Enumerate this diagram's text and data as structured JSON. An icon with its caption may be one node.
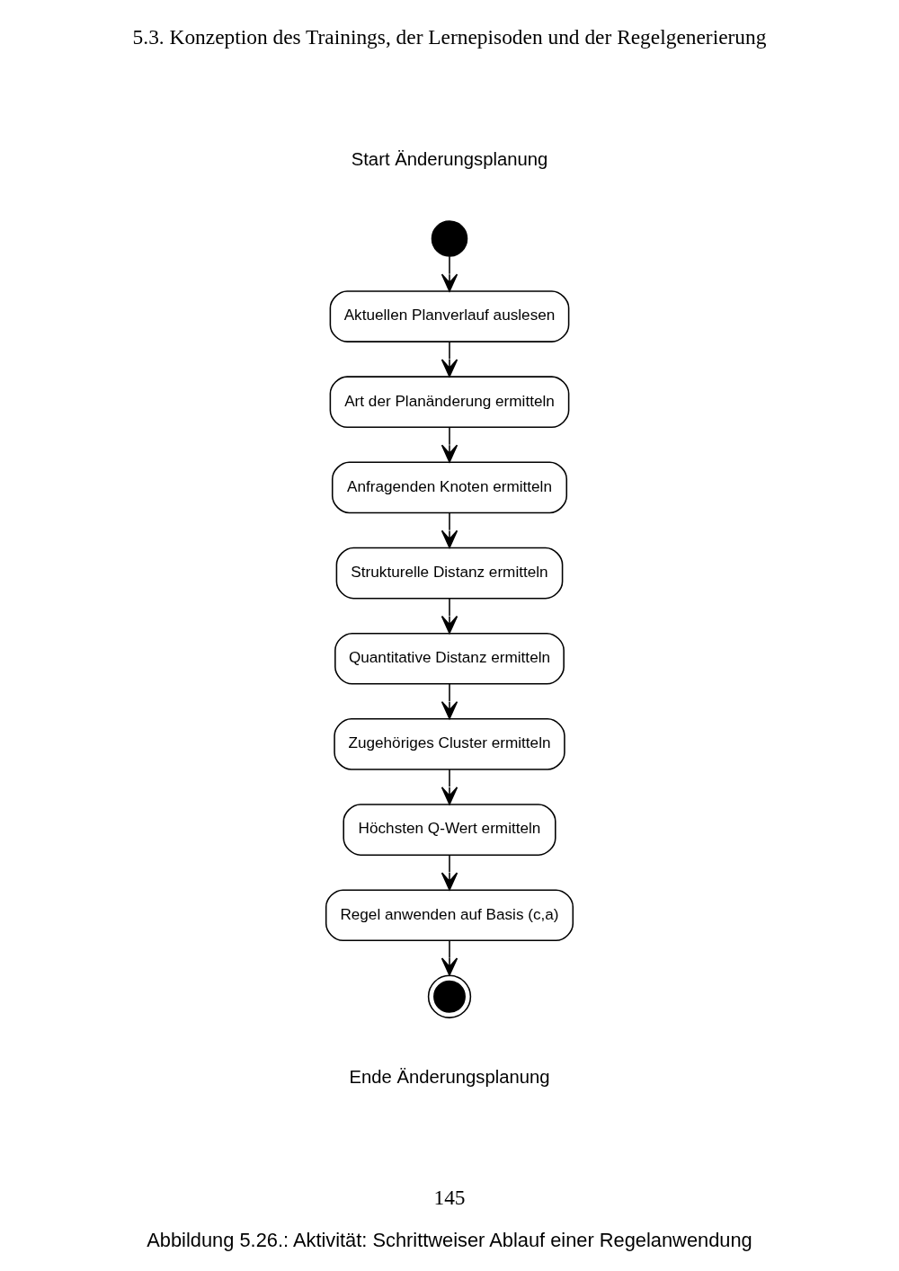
{
  "diagram": {
    "caption": "Abbildung 5.26.: Aktivität: Schrittweiser Ablauf einer Regelanwendung",
    "nodes": [
      {
        "text": [],
        "shape": "circle",
        "beside": [
          "Start Änderungsplanung"
        ]
      },
      {
        "text": [
          "Aktuellen Planverlauf auslesen"
        ]
      },
      {
        "text": [
          "Art der Planänderung ermitteln"
        ]
      },
      {
        "text": [
          "Anfragenden Knoten ermitteln"
        ]
      },
      {
        "text": [
          "Strukturelle Distanz ermitteln"
        ]
      },
      {
        "text": [
          "Quantitative Distanz ermitteln"
        ]
      },
      {
        "text": [
          "Zugehöriges Cluster ermitteln"
        ]
      },
      {
        "text": [
          "Höchsten Q-Wert ermitteln"
        ]
      },
      {
        "text": [
          "Regel anwenden auf Basis (c,a)"
        ]
      },
      {
        "text": [],
        "shape": "bullseye",
        "beside": [
          "Ende Änderungsplanung"
        ]
      }
    ],
    "edges": [
      {
        "from": 0,
        "to": 1,
        "arrow": "to"
      },
      {
        "from": 1,
        "to": 2,
        "arrow": "to"
      },
      {
        "from": 2,
        "to": 3,
        "arrow": "to"
      },
      {
        "from": 3,
        "to": 4,
        "arrow": "to"
      },
      {
        "from": 4,
        "to": 5,
        "arrow": "to"
      },
      {
        "from": 5,
        "to": 6,
        "arrow": "to"
      },
      {
        "from": 6,
        "to": 7,
        "arrow": "to"
      },
      {
        "from": 7,
        "to": 8,
        "arrow": "to"
      },
      {
        "from": 8,
        "to": 9,
        "arrow": "to"
      }
    ],
    "labels": [
      "5.3. Konzeption des Trainings, der Lernepisoden und der Regelgenerierung",
      "145"
    ]
  }
}
